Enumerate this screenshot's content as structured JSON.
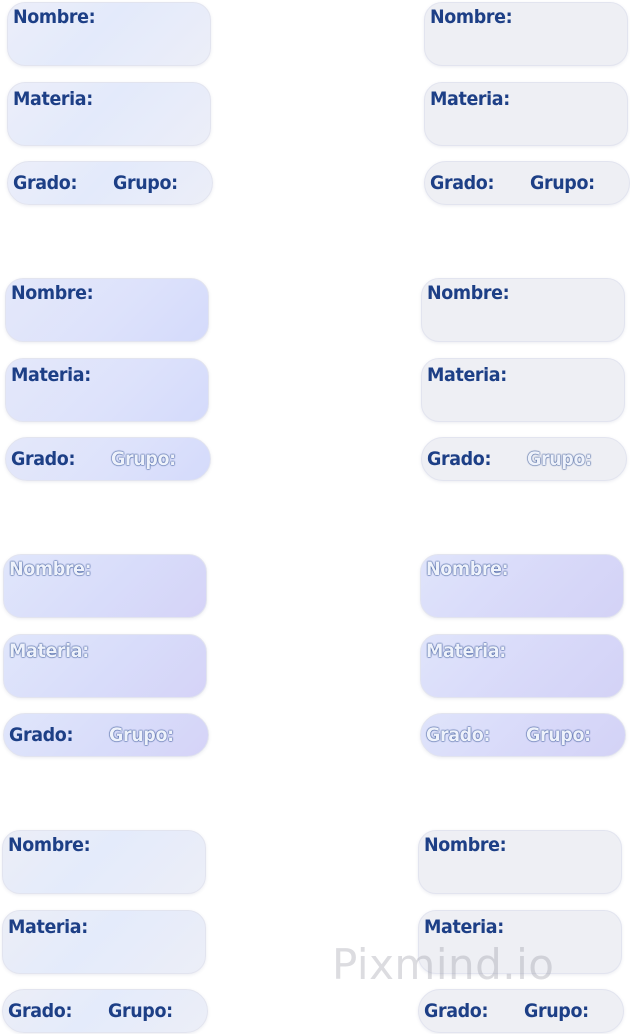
{
  "labels": {
    "nombre": "Nombre:",
    "materia": "Materia:",
    "grado": "Grado:",
    "grupo": "Grupo:"
  },
  "watermark": "Pixmind.io",
  "colors": {
    "text": "#1d3f86",
    "pill_border": "#e2e4ef",
    "pill_grey": "#eeeff4",
    "pill_blue": "#dde2fb",
    "pill_purple": "#d8dcfa"
  }
}
